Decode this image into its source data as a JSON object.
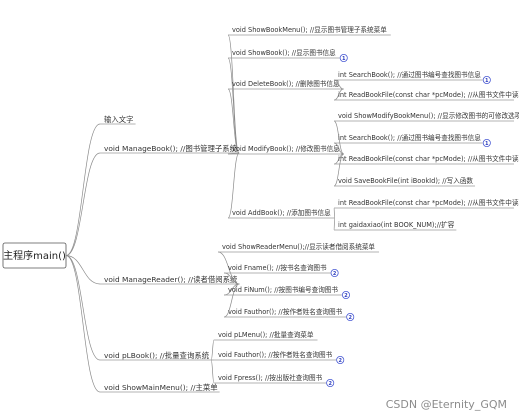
{
  "root": {
    "label": "主程序main()"
  },
  "branches": [
    {
      "id": "input",
      "label": "输入文字",
      "children": []
    },
    {
      "id": "managebook",
      "label": "void ManageBook();  //图书管理子系统",
      "children": [
        {
          "label": "void ShowBookMenu(); //显示图书管理子系统菜单",
          "badge": "",
          "children": []
        },
        {
          "label": "void ShowBook();     //显示图书信息",
          "badge": "1",
          "children": []
        },
        {
          "label": "void DeleteBook();   //删除图书信息",
          "badge": "",
          "children": [
            {
              "label": "int SearchBook();     //通过图书编号查找图书信息",
              "badge": "1"
            },
            {
              "label": "int ReadBookFile(const char *pcMode);   //从图书文件中读取图书记录",
              "badge": ""
            }
          ]
        },
        {
          "label": "void ModifyBook();   //修改图书信息",
          "badge": "",
          "children": [
            {
              "label": "void ShowModifyBookMenu();      //显示修改图书的可修改选项",
              "badge": ""
            },
            {
              "label": "int SearchBook();     //通过图书编号查找图书信息",
              "badge": "1"
            },
            {
              "label": "int ReadBookFile(const char *pcMode);   //从图书文件中读取图书记录",
              "badge": ""
            },
            {
              "label": "void SaveBookFile(int iBookId);   //写入函数",
              "badge": ""
            }
          ]
        },
        {
          "label": "void AddBook();      //添加图书信息",
          "badge": "",
          "children": [
            {
              "label": "int ReadBookFile(const char *pcMode);   //从图书文件中读取图书记录",
              "badge": ""
            },
            {
              "label": "int gaidaxiao(int BOOK_NUM);//扩容",
              "badge": ""
            }
          ]
        }
      ]
    },
    {
      "id": "managereader",
      "label": "void ManageReader();  //读者借阅系统",
      "children": [
        {
          "label": "void ShowReaderMenu();//显示读者借阅系统菜单",
          "badge": "",
          "children": []
        },
        {
          "label": "void Fname();      //按书名查询图书",
          "badge": "2",
          "children": []
        },
        {
          "label": "void FiNum();      //按图书编号查询图书",
          "badge": "2",
          "children": []
        },
        {
          "label": "void Fauthor();    //按作者姓名查询图书",
          "badge": "2",
          "children": []
        }
      ]
    },
    {
      "id": "plbook",
      "label": "void pLBook();     //批量查询系统",
      "children": [
        {
          "label": "void pLMenu();      //批量查询菜单",
          "badge": "",
          "children": []
        },
        {
          "label": "void Fauthor();     //按作者姓名查询图书",
          "badge": "2",
          "children": []
        },
        {
          "label": "void Fpress();      //按出版社查询图书",
          "badge": "2",
          "children": []
        }
      ]
    },
    {
      "id": "showmainmenu",
      "label": "void ShowMainMenu(); //主菜单",
      "children": []
    }
  ],
  "watermark": "CSDN @Eternity_GQM",
  "colors": {
    "line": "#8a8a8a",
    "badge_stroke": "#4a5bd4",
    "badge_text": "#2f3fbf",
    "text": "#333333"
  }
}
